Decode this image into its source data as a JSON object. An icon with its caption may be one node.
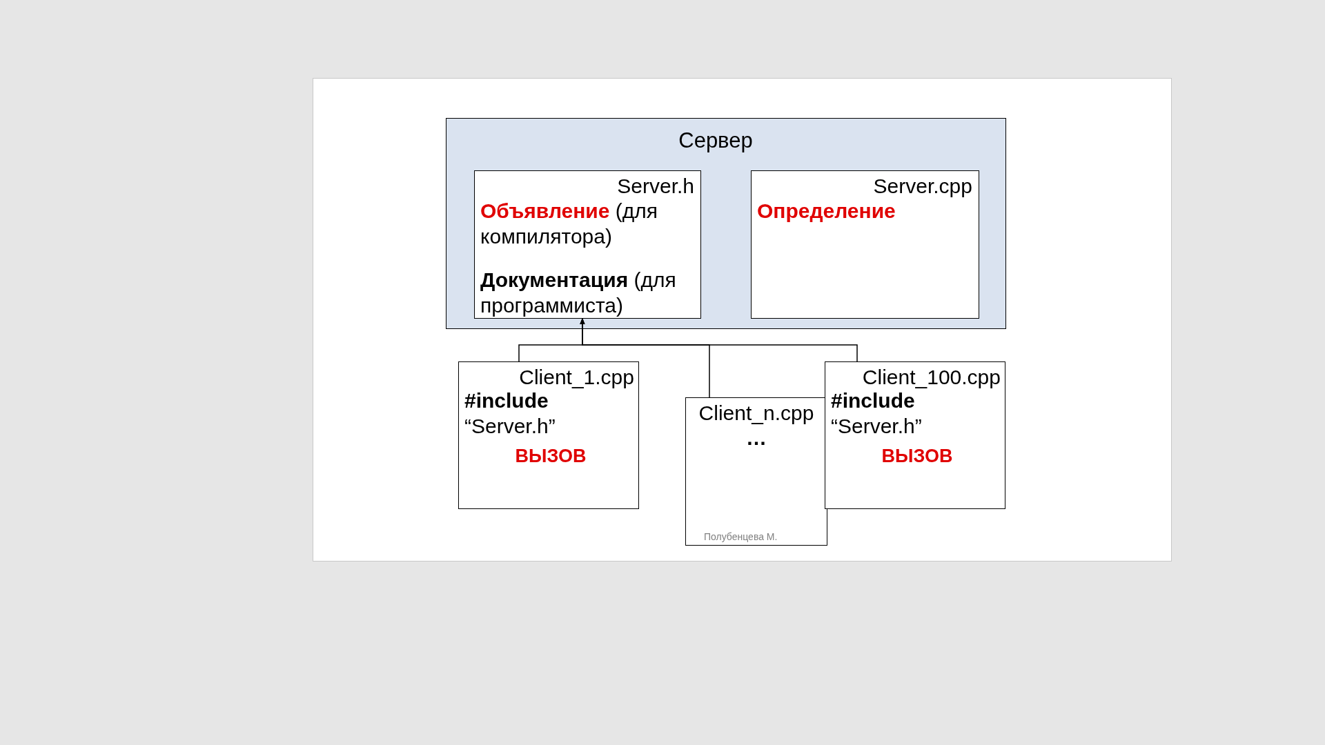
{
  "diagram": {
    "nodes": [
      {
        "text": [
          "Сервер"
        ]
      },
      {
        "text": [
          "Server.h",
          "**Объявление** (для компилятора)",
          "**Документация** (для программиста)"
        ],
        "in": 0
      },
      {
        "text": [
          "Server.cpp",
          "Определение"
        ],
        "in": 0
      },
      {
        "text": [
          "Client_1.cpp",
          "**#include** “Server.h”",
          "ВЫЗОВ"
        ]
      },
      {
        "text": [
          "Client_n.cpp",
          "…"
        ]
      },
      {
        "text": [
          "Client_100.cpp",
          "**#include** “Server.h”",
          "ВЫЗОВ"
        ]
      }
    ],
    "edges": [
      {
        "from": 3,
        "to": 1,
        "arrow": "to"
      },
      {
        "from": 4,
        "to": 1,
        "arrow": "to"
      },
      {
        "from": 5,
        "to": 1,
        "arrow": "to"
      }
    ],
    "labels": [
      "Полубенцева М."
    ]
  }
}
